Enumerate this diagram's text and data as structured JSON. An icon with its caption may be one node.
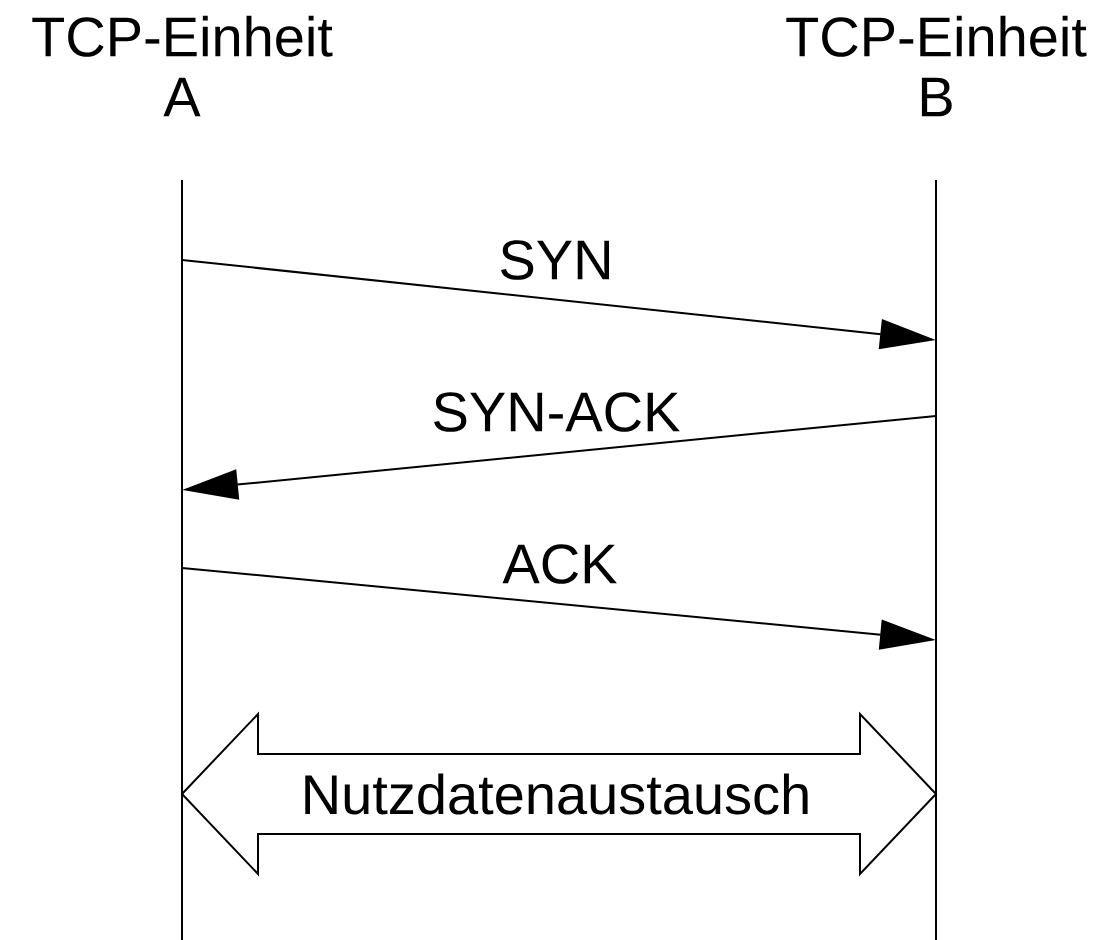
{
  "diagram": {
    "nodes": [
      {
        "text": [
          "TCP-Einheit A"
        ]
      },
      {
        "text": [
          "TCP-Einheit B"
        ]
      }
    ],
    "edges": [
      {
        "from": 0,
        "to": 1,
        "arrow": "to",
        "label": "SYN"
      },
      {
        "from": 1,
        "to": 0,
        "arrow": "to",
        "label": "SYN-ACK"
      },
      {
        "from": 0,
        "to": 1,
        "arrow": "to",
        "label": "ACK"
      },
      {
        "from": 0,
        "to": 1,
        "arrow": "both",
        "label": "Nutzdatenaustausch",
        "style": "thick"
      }
    ]
  }
}
